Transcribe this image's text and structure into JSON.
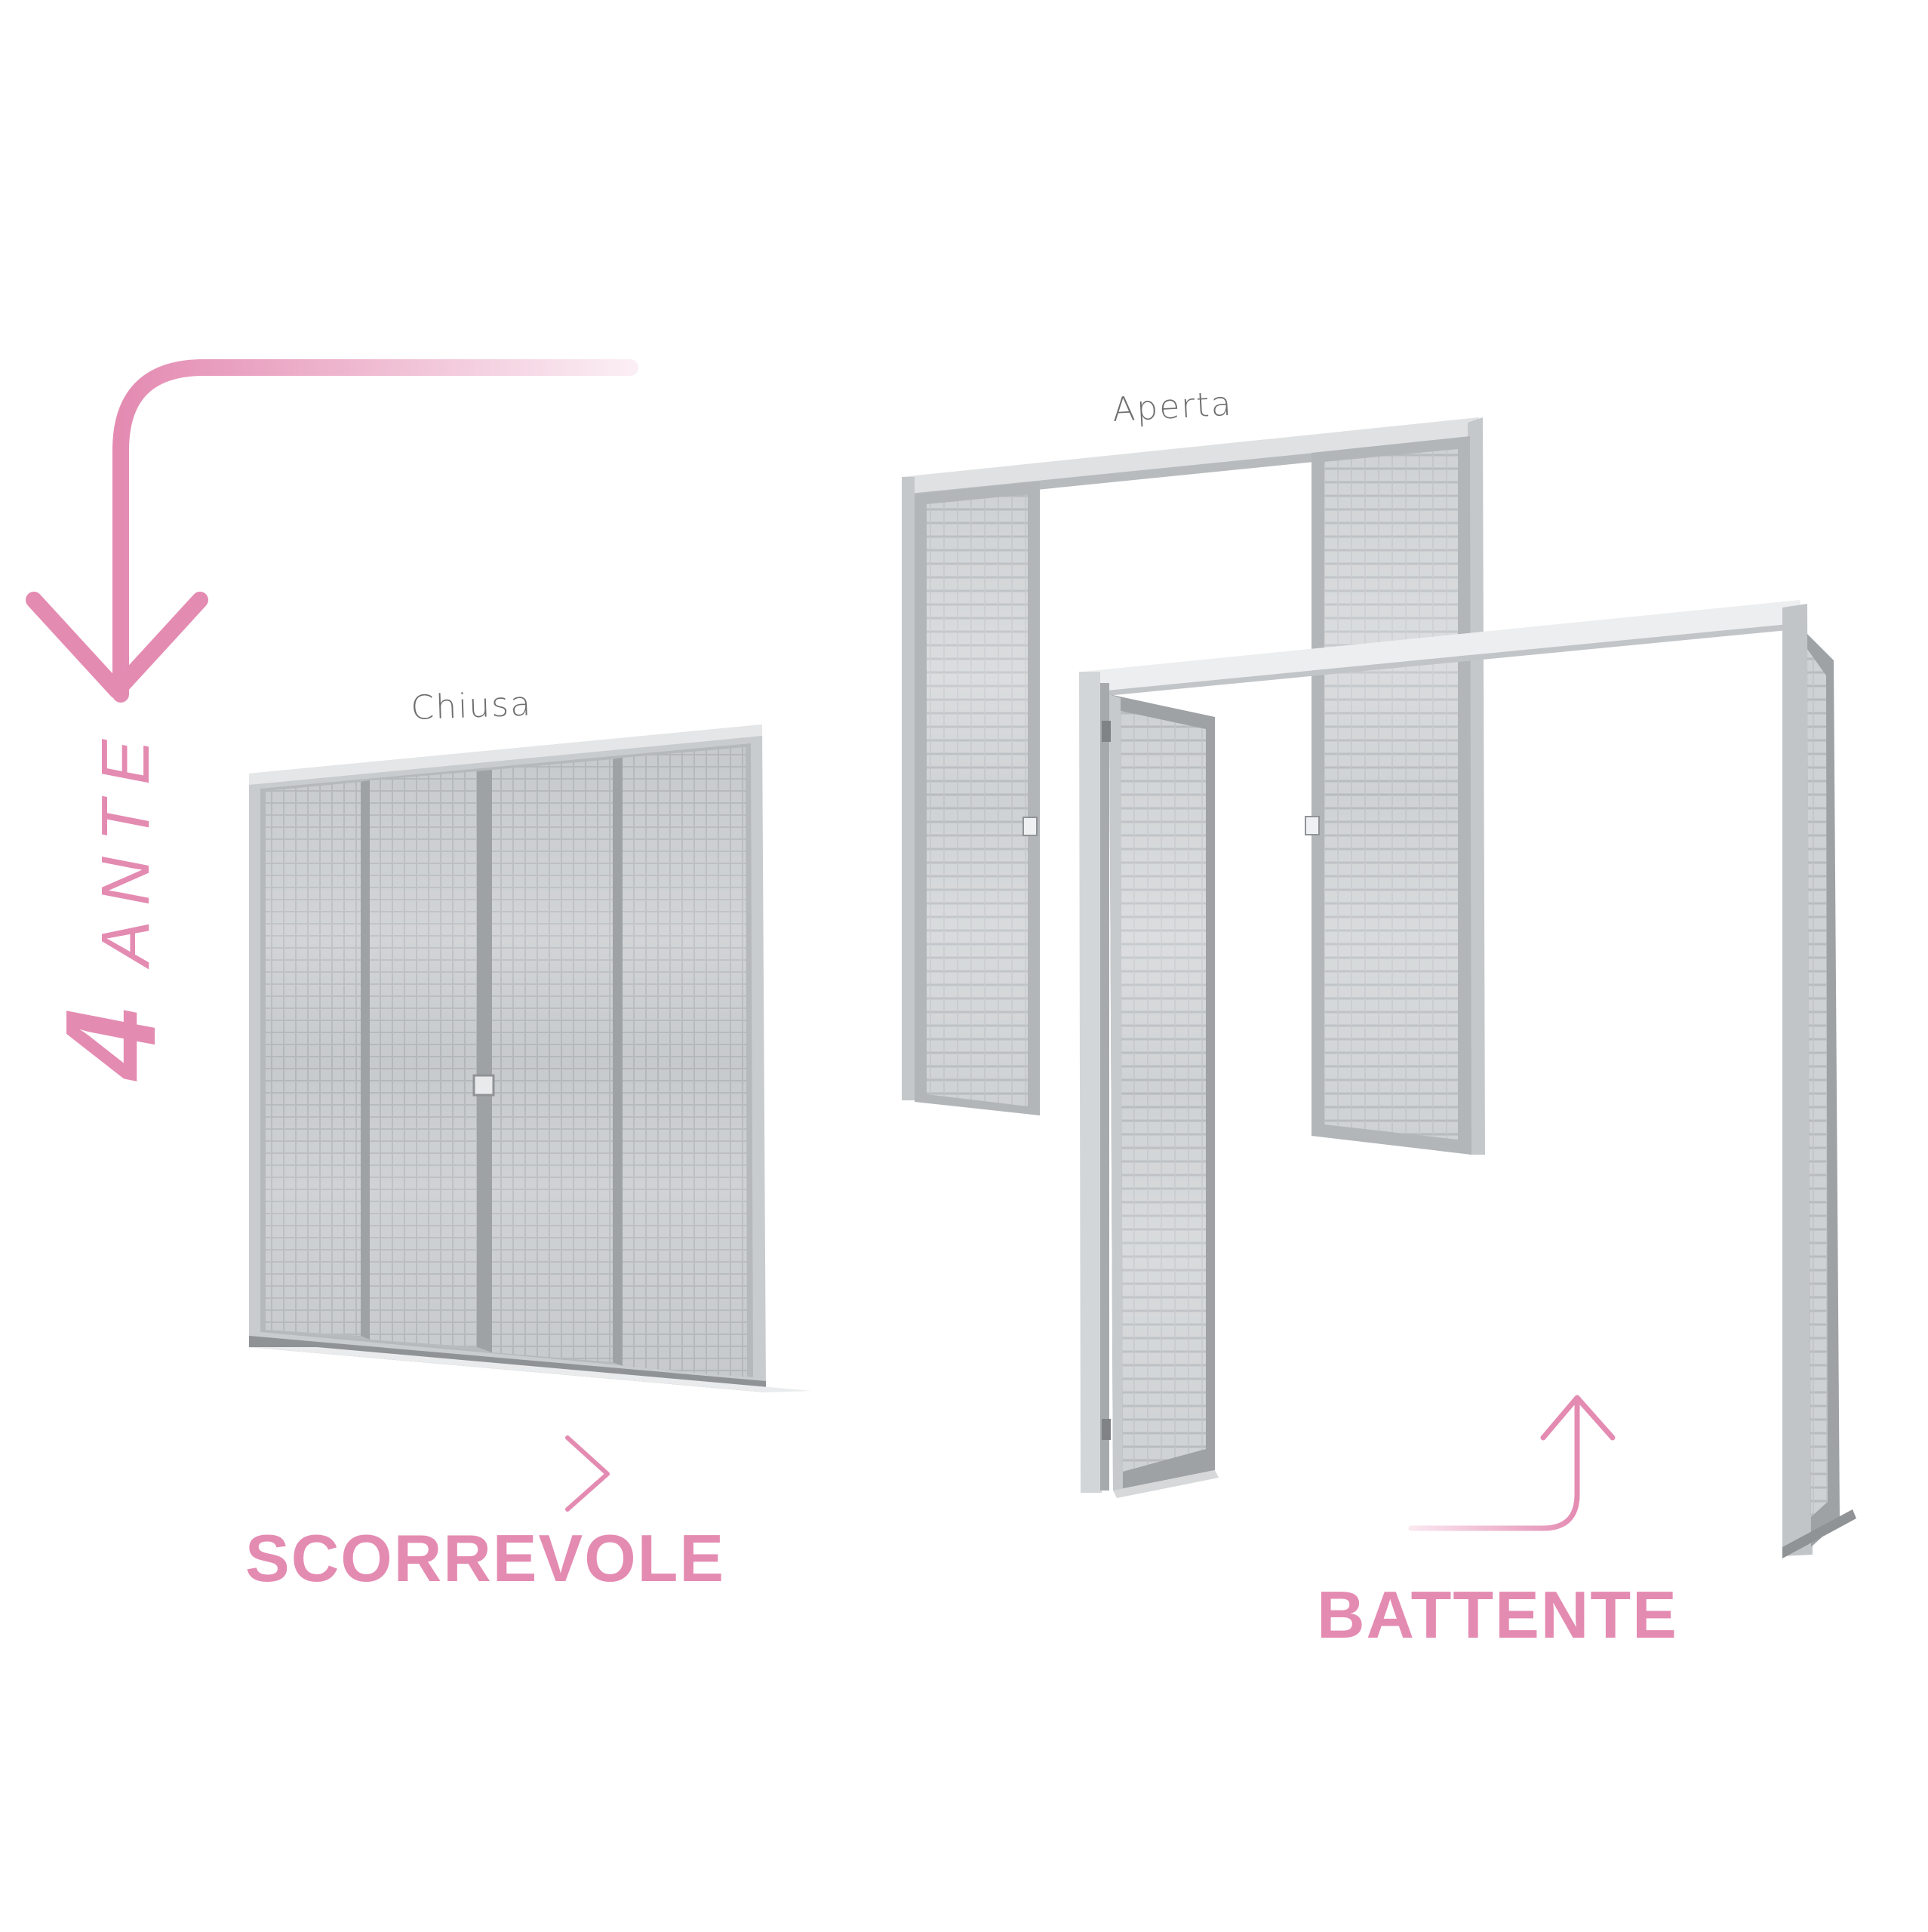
{
  "header": {
    "count_number": "4",
    "count_word": "ANTE"
  },
  "sliding": {
    "caption": "Chiusa",
    "label": "SCORREVOLE"
  },
  "hinged": {
    "caption": "Aperta",
    "label": "BATTENTE"
  },
  "colors": {
    "accent": "#e48bb2",
    "frame": "#c9ccce",
    "frame_dark": "#9ea2a5",
    "mesh": "#c3c6c9",
    "caption_text": "#6f6f6f"
  },
  "icons": [
    "curved-down-arrow-icon",
    "right-arrow-icon",
    "up-curved-arrow-icon"
  ]
}
